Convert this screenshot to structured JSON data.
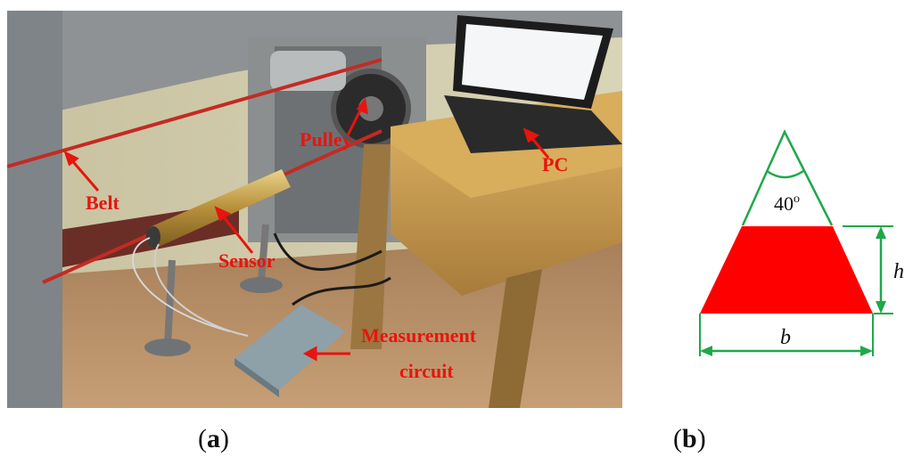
{
  "figure": {
    "panel_a": {
      "caption_open": "(",
      "caption_letter": "a",
      "caption_close": ")",
      "labels": {
        "belt": "Belt",
        "pulley": "Pulley",
        "pc": "PC",
        "sensor": "Sensor",
        "measurement_line1": "Measurement",
        "measurement_line2": "circuit"
      },
      "annotation_color": "#e8140e"
    },
    "panel_b": {
      "caption_open": "(",
      "caption_letter": "b",
      "caption_close": ")",
      "angle_label": "40",
      "angle_superscript": "o",
      "height_label": "h",
      "base_label": "b",
      "fill_color": "#ff0000",
      "outline_color": "#1fa84a"
    }
  }
}
